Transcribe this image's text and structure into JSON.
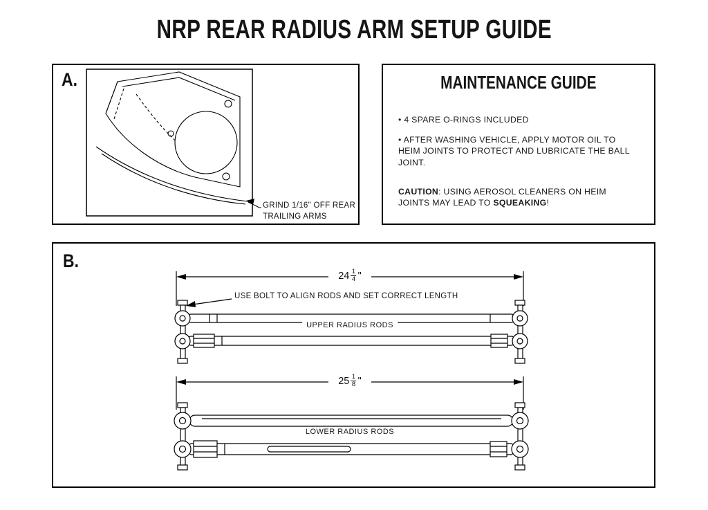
{
  "page": {
    "title": "NRP REAR RADIUS ARM SETUP GUIDE"
  },
  "panel_a": {
    "label": "A.",
    "callout_line1": "GRIND 1/16\" OFF REAR",
    "callout_line2": "TRAILING ARMS"
  },
  "maintenance": {
    "title": "MAINTENANCE GUIDE",
    "bullet_orings": "• 4 SPARE O-RINGS INCLUDED",
    "bullet_oil": "• AFTER WASHING VEHICLE, APPLY MOTOR OIL TO HEIM JOINTS TO PROTECT AND LUBRICATE THE BALL JOINT.",
    "caution_label": "CAUTION",
    "caution_text": ": USING AEROSOL CLEANERS ON HEIM JOINTS MAY LEAD TO ",
    "caution_emphasis": "SQUEAKING",
    "caution_suffix": "!"
  },
  "panel_b": {
    "label": "B.",
    "upper": {
      "dim_whole": "24",
      "dim_numerator": "1",
      "dim_denominator": "4",
      "dim_unit": "\"",
      "callout": "USE BOLT TO ALIGN RODS AND SET CORRECT LENGTH",
      "label": "UPPER RADIUS RODS"
    },
    "lower": {
      "dim_whole": "25",
      "dim_numerator": "1",
      "dim_denominator": "8",
      "dim_unit": "\"",
      "label": "LOWER RADIUS RODS"
    }
  }
}
